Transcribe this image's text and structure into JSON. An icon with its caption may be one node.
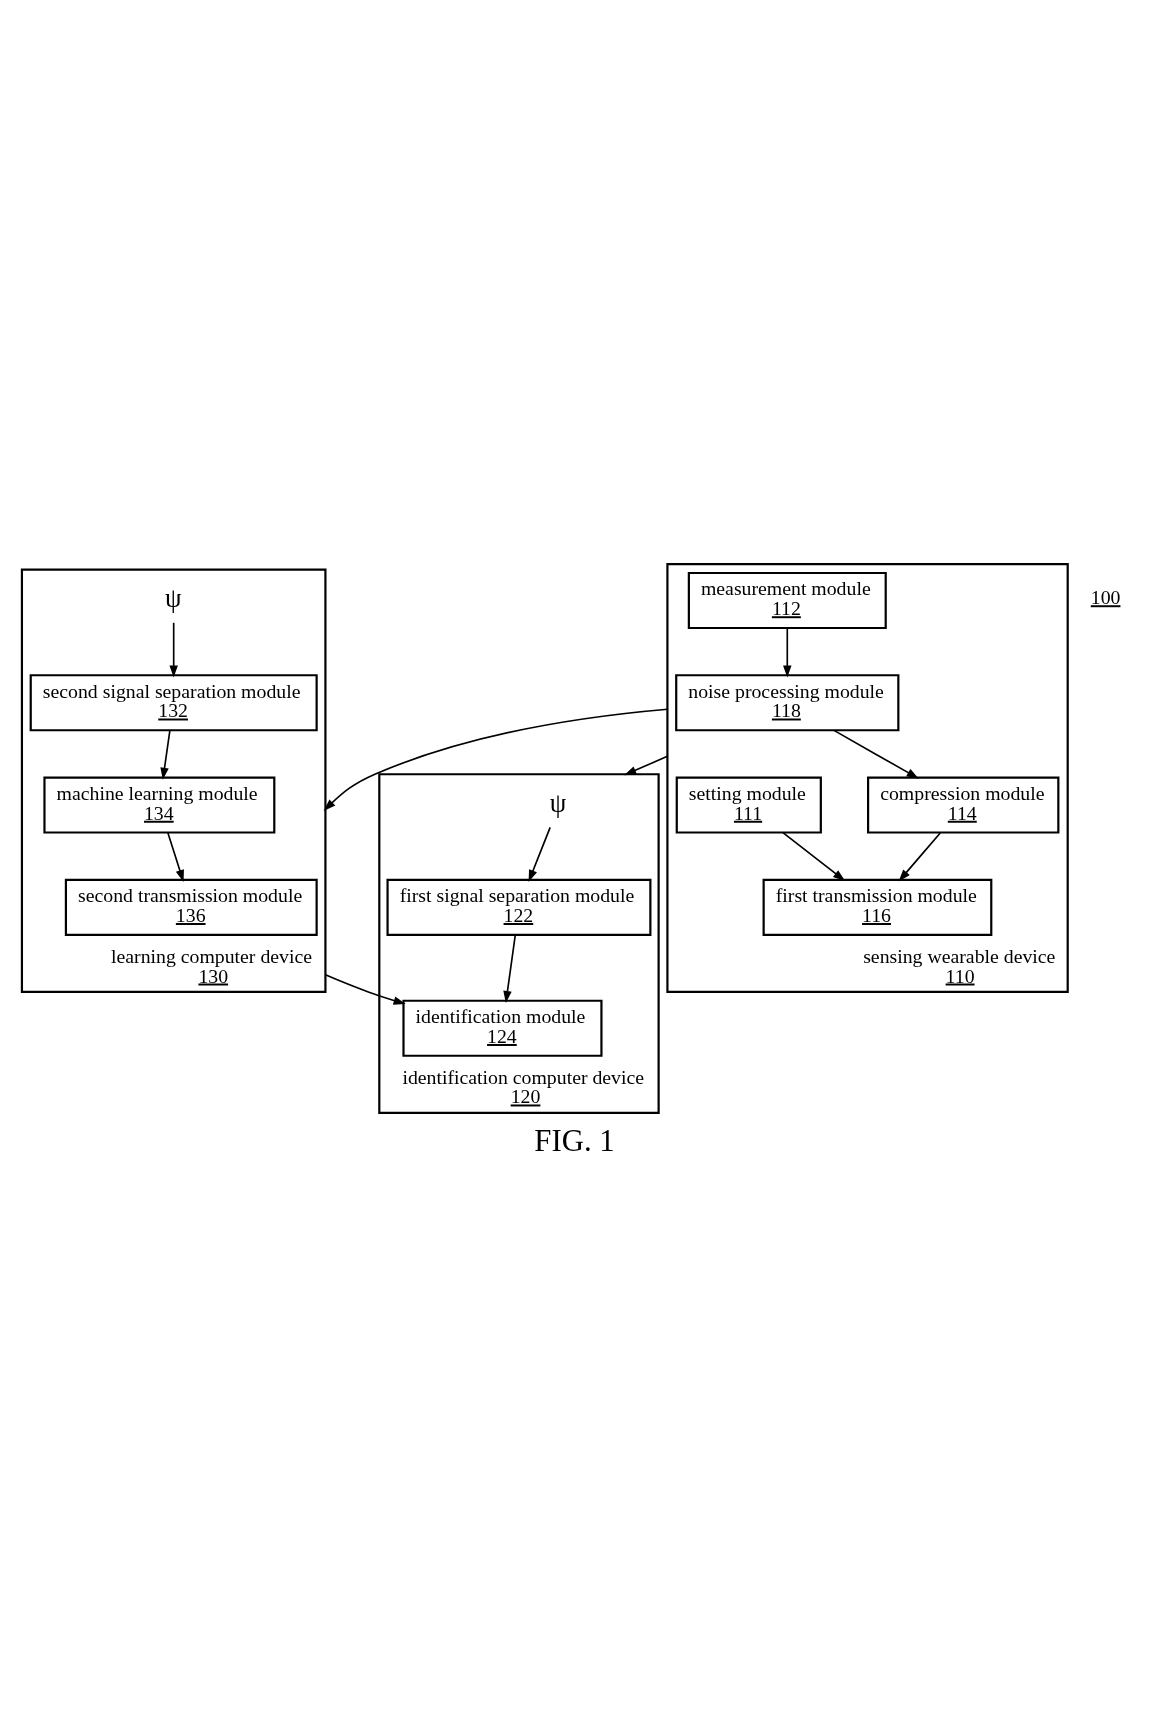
{
  "diagram": {
    "caption": "FIG. 1",
    "nodes": [
      {
        "text": [
          "sensing wearable device",
          "110"
        ]
      },
      {
        "text": [
          "noise processing module",
          "118"
        ],
        "in": 0
      },
      {
        "text": [
          "compression module",
          "114"
        ],
        "in": 0
      },
      {
        "text": [
          "first transmission module",
          "116"
        ],
        "in": 0
      },
      {
        "text": [
          "measurement module",
          "112"
        ],
        "in": 0
      },
      {
        "text": [
          "setting module",
          "111"
        ],
        "in": 0
      },
      {
        "text": [
          "identification computer device",
          "120"
        ]
      },
      {
        "text": [
          "ψ"
        ],
        "in": 6
      },
      {
        "text": [
          "first signal separation module",
          "122"
        ],
        "in": 6
      },
      {
        "text": [
          "identification module",
          "124"
        ],
        "in": 6
      },
      {
        "text": [
          "learning computer device",
          "130"
        ]
      },
      {
        "text": [
          "second transmission module",
          "136"
        ],
        "in": 10
      },
      {
        "text": [
          "ψ"
        ],
        "in": 10
      },
      {
        "text": [
          "second signal separation module",
          "132"
        ],
        "in": 10
      },
      {
        "text": [
          "machine learning module",
          "134"
        ],
        "in": 10
      }
    ],
    "edges": [
      {
        "from": 4,
        "to": 1,
        "arrow": "to"
      },
      {
        "from": 1,
        "to": 2,
        "arrow": "to"
      },
      {
        "from": 2,
        "to": 3,
        "arrow": "to"
      },
      {
        "from": 5,
        "to": 3,
        "arrow": "to"
      },
      {
        "from": 0,
        "to": 6,
        "arrow": "to"
      },
      {
        "from": 0,
        "to": 10,
        "arrow": "to"
      },
      {
        "from": 10,
        "to": 9,
        "arrow": "to"
      },
      {
        "from": 7,
        "to": 8,
        "arrow": "to"
      },
      {
        "from": 8,
        "to": 9,
        "arrow": "to"
      },
      {
        "from": 12,
        "to": 13,
        "arrow": "to"
      },
      {
        "from": 13,
        "to": 14,
        "arrow": "to"
      },
      {
        "from": 14,
        "to": 11,
        "arrow": "to"
      }
    ],
    "labels": [
      "100"
    ]
  }
}
